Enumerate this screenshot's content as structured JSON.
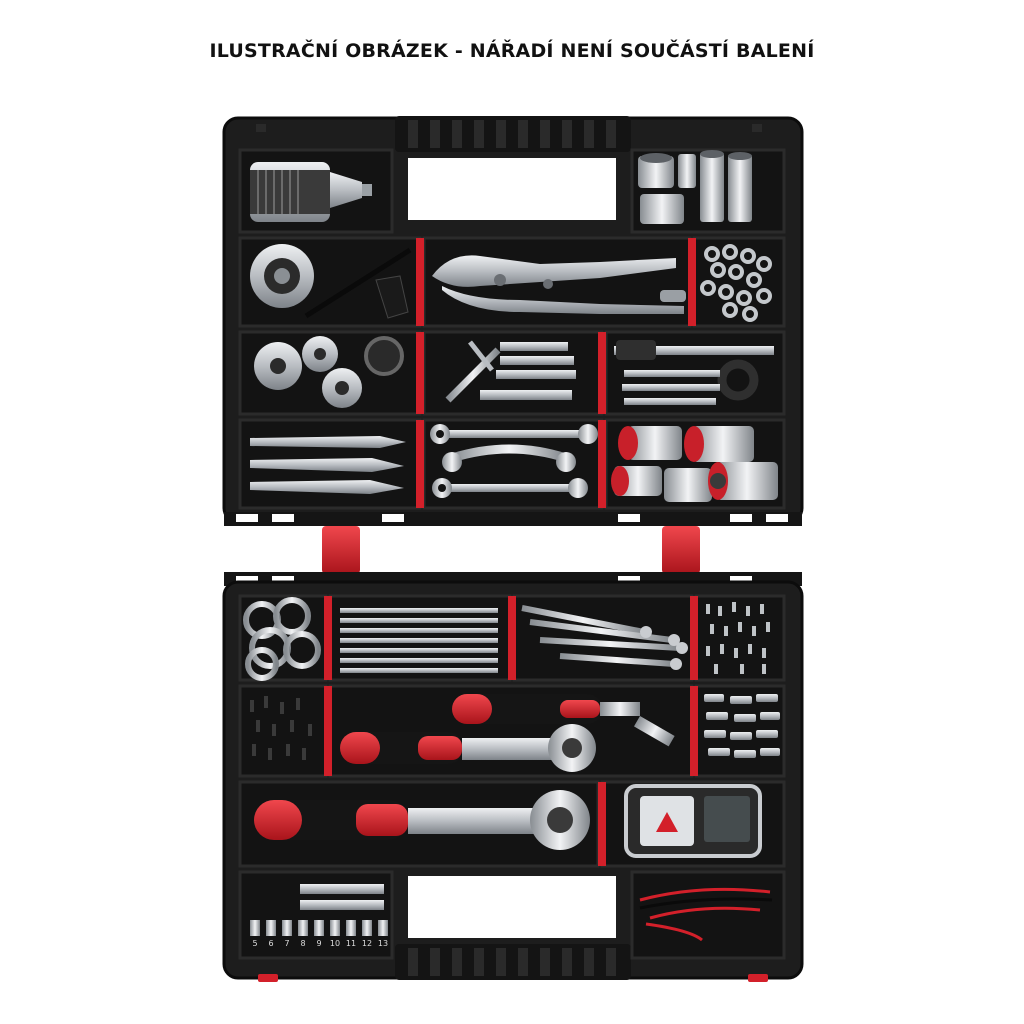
{
  "caption": "ILUSTRAČNÍ OBRÁZEK - NÁŘADÍ NENÍ SOUČÁSTÍ BALENÍ",
  "bit_size_labels": [
    "5",
    "6",
    "7",
    "8",
    "9",
    "10",
    "11",
    "12",
    "13"
  ],
  "colors": {
    "case_body": "#1d1d1d",
    "case_edge": "#0c0c0c",
    "compartment": "#131313",
    "divider": "#2b2b2b",
    "clip_red": "#d3202a",
    "hinge_red": "#e23a35",
    "steel": "#c9ccd0",
    "steel_dark": "#8e9398",
    "handle_red": "#d81e27",
    "handle_black": "#151515"
  },
  "icons": {
    "drill_chuck": "drill-chuck-icon",
    "pliers": "locking-pliers-icon",
    "ratchet": "ratchet-wrench-icon",
    "multimeter": "multimeter-icon",
    "socket": "socket-icon",
    "wrench": "combination-wrench-icon"
  }
}
